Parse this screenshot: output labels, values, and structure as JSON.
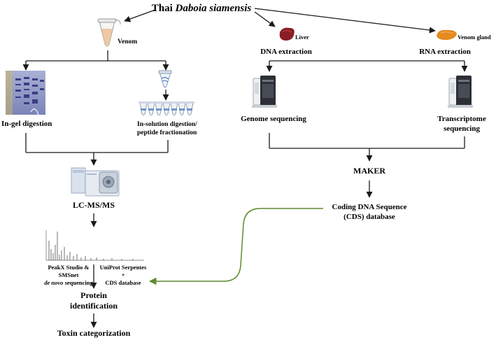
{
  "title": {
    "prefix": "Thai ",
    "species": "Daboia siamensis"
  },
  "labels": {
    "venom": "Venom",
    "liver": "Liver",
    "venom_gland": "Venom gland",
    "dna_extraction": "DNA extraction",
    "rna_extraction": "RNA extraction",
    "in_gel": "In-gel digestion",
    "in_solution_1": "In-solution digestion/",
    "in_solution_2": "peptide fractionation",
    "genome_seq": "Genome sequencing",
    "transcriptome_1": "Transcriptome",
    "transcriptome_2": "sequencing",
    "maker": "MAKER",
    "lcms": "LC-MS/MS",
    "cds_1": "Coding DNA Sequence",
    "cds_2": "(CDS) database",
    "peakx_1": "PeakX Studio &",
    "peakx_2": "SMSnet",
    "peakx_3_italic": "de novo",
    "peakx_3_rest": " sequencing",
    "uniprot_1": "UniProt Serpentes",
    "uniprot_plus": "+",
    "uniprot_2": "CDS database",
    "protein_1": "Protein",
    "protein_2": "identification",
    "toxin": "Toxin categorization"
  },
  "colors": {
    "arrow": "#1a1a1a",
    "green_arrow": "#5e8a2e",
    "venom_fill": "#efc7a4",
    "liver": "#8b1d24",
    "gland": "#e58a1f",
    "gel_bg": "#8f98c4",
    "gel_band": "#2a2f7e",
    "sample_blue": "#4a78c0"
  },
  "icons": {
    "venom_tube": "microcentrifuge-tube-icon",
    "liver": "liver-icon",
    "gland": "venom-gland-icon",
    "gel": "sds-page-gel-icon",
    "plate": "sample-tubes-icon",
    "sequencer": "sequencer-icon",
    "mass_spec": "mass-spectrometer-icon",
    "spectrum": "ms-spectrum-icon"
  }
}
